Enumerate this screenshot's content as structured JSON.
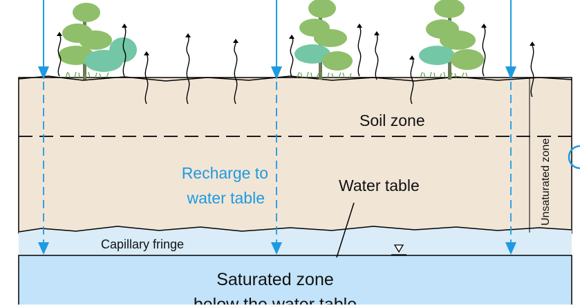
{
  "labels": {
    "soil_zone": "Soil zone",
    "recharge_line1": "Recharge to",
    "recharge_line2": "water table",
    "water_table": "Water table",
    "unsaturated_zone": "Unsaturated zone",
    "capillary_fringe": "Capillary fringe",
    "saturated_line1": "Saturated zone",
    "saturated_line2": "below the water table"
  },
  "colors": {
    "unsaturated_fill": "#f1e5d6",
    "capillary_fill": "#d9ecf8",
    "saturated_fill": "#c2e3fa",
    "recharge_arrow": "#1e9ae0",
    "recharge_text": "#1e9ae0",
    "tree_foliage": "#8fbf6a",
    "tree_foliage_alt": "#74c7a6",
    "outline": "#000000"
  }
}
